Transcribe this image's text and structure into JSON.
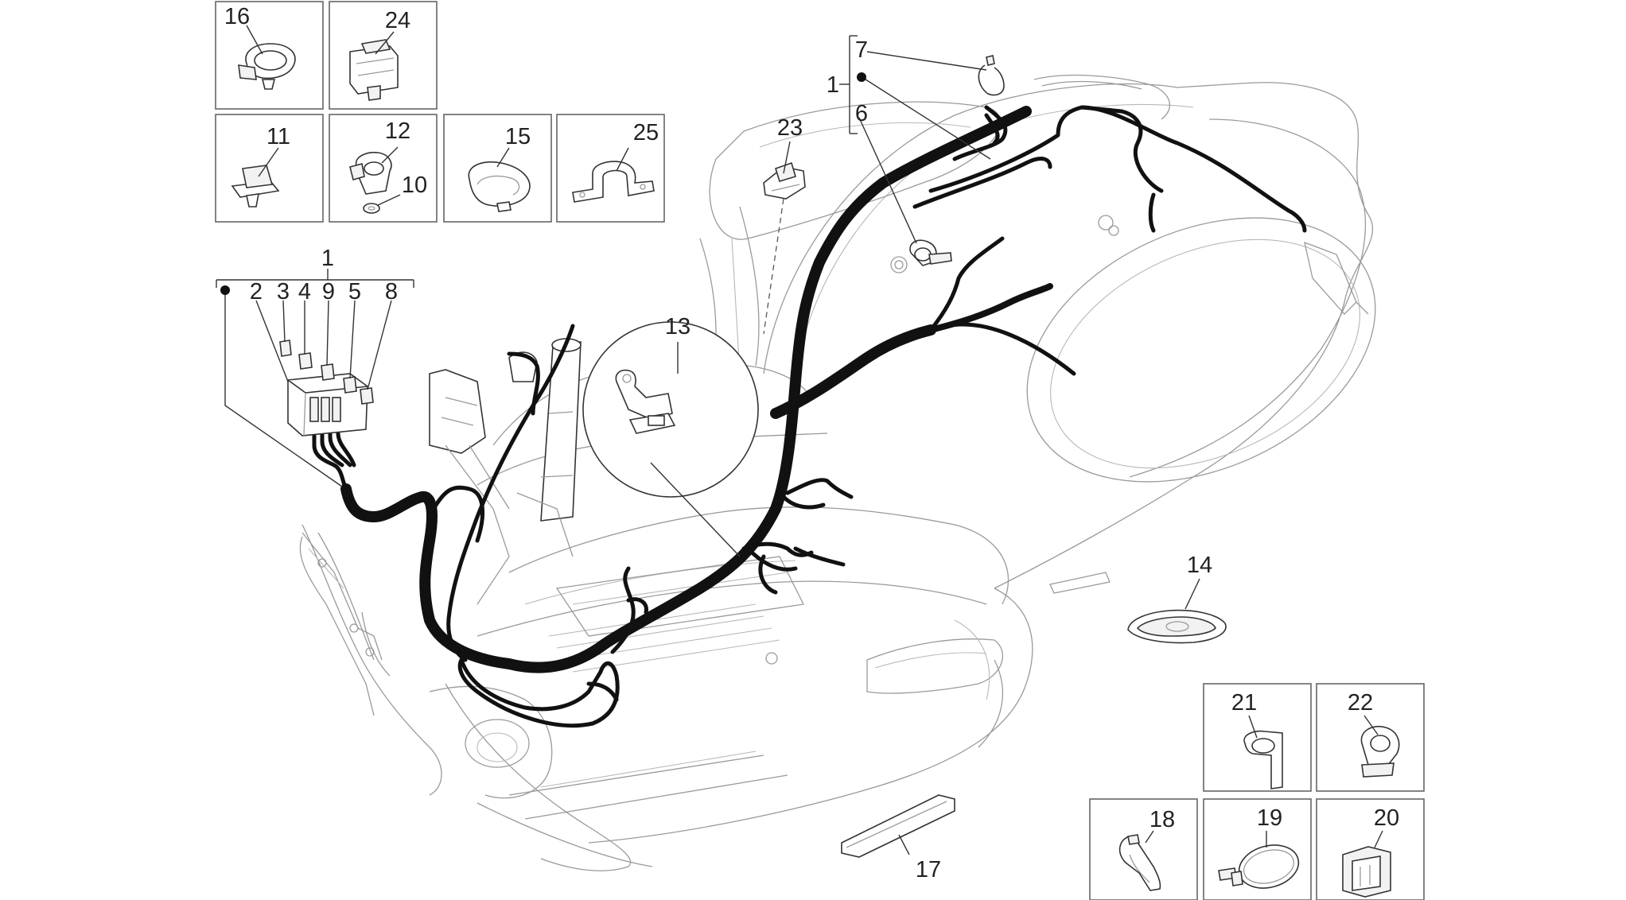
{
  "diagram": {
    "callouts": {
      "c1_top": "1",
      "c1_mid": "1",
      "c2": "2",
      "c3": "3",
      "c4": "4",
      "c5": "5",
      "c6": "6",
      "c7": "7",
      "c8": "8",
      "c9": "9",
      "c10": "10",
      "c11": "11",
      "c12": "12",
      "c13": "13",
      "c14": "14",
      "c15": "15",
      "c16": "16",
      "c17": "17",
      "c18": "18",
      "c19": "19",
      "c20": "20",
      "c21": "21",
      "c22": "22",
      "c23": "23",
      "c24": "24",
      "c25": "25"
    }
  }
}
